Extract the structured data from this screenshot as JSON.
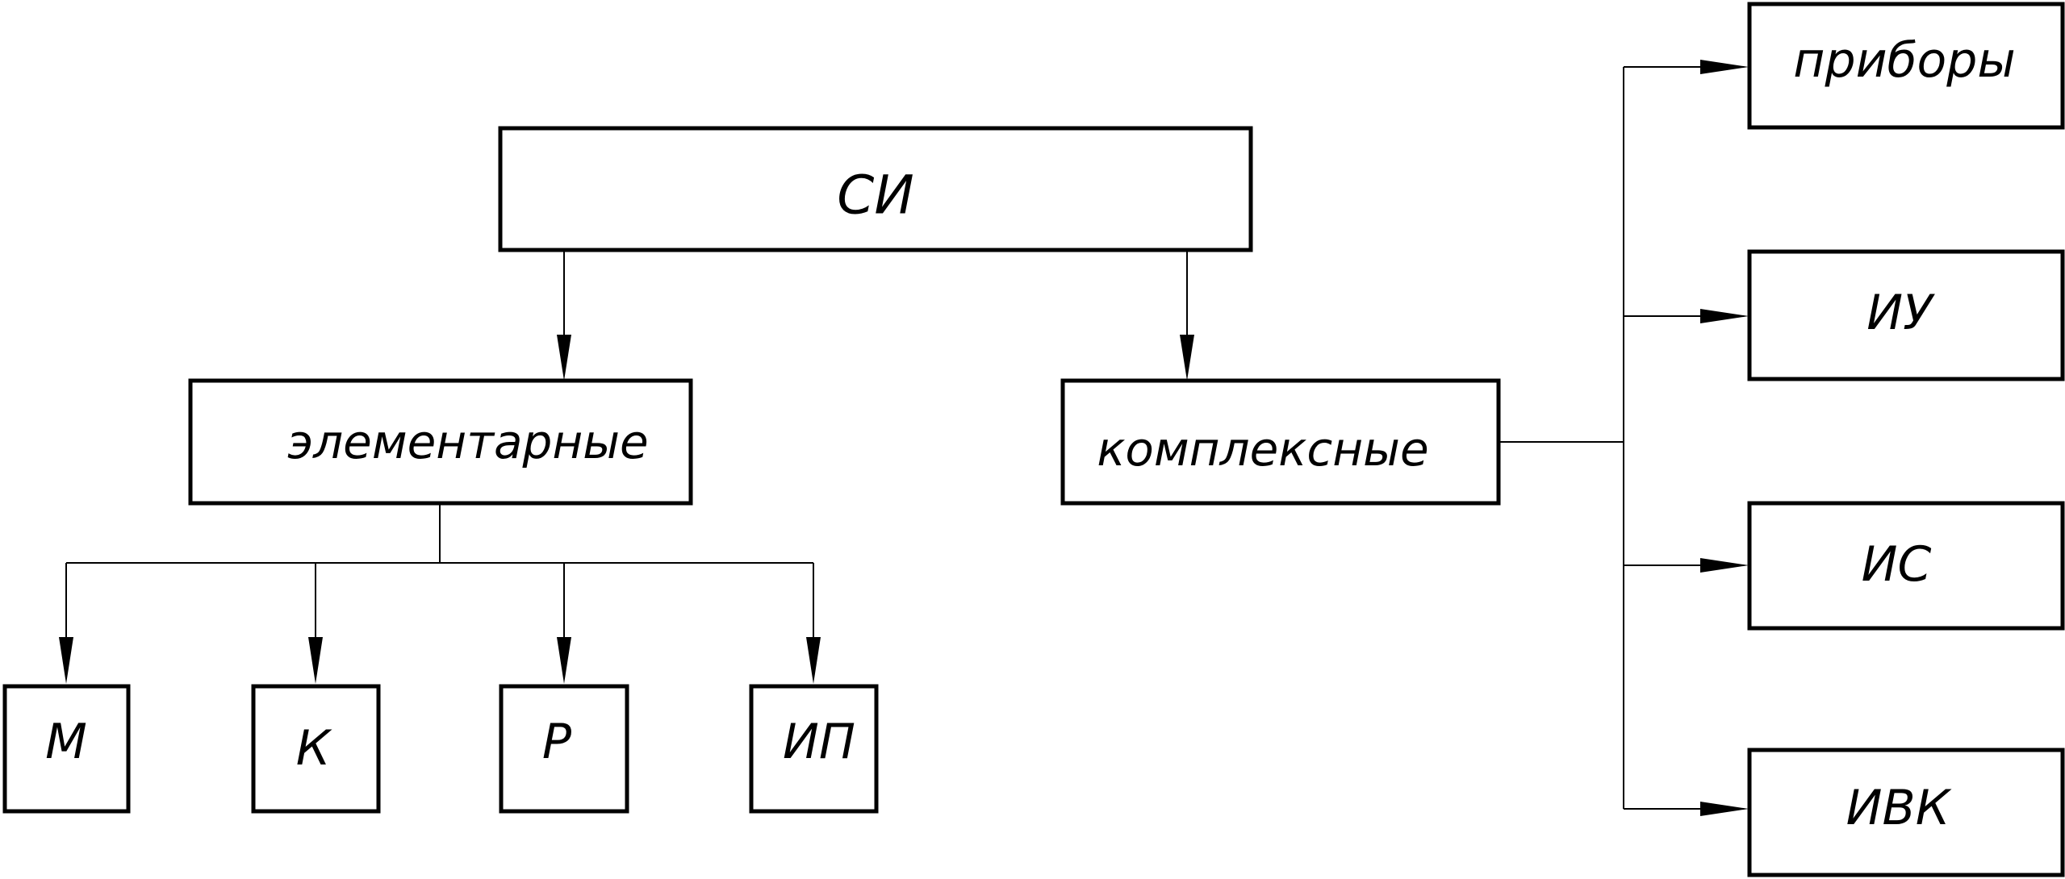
{
  "nodes": {
    "si": "СИ",
    "elementary": "элементарные",
    "complex": "комплексные",
    "m": "М",
    "k": "К",
    "r": "Р",
    "ip": "ИП",
    "devices": "приборы",
    "iu": "ИУ",
    "is": "ИС",
    "ivk": "ИВК"
  }
}
